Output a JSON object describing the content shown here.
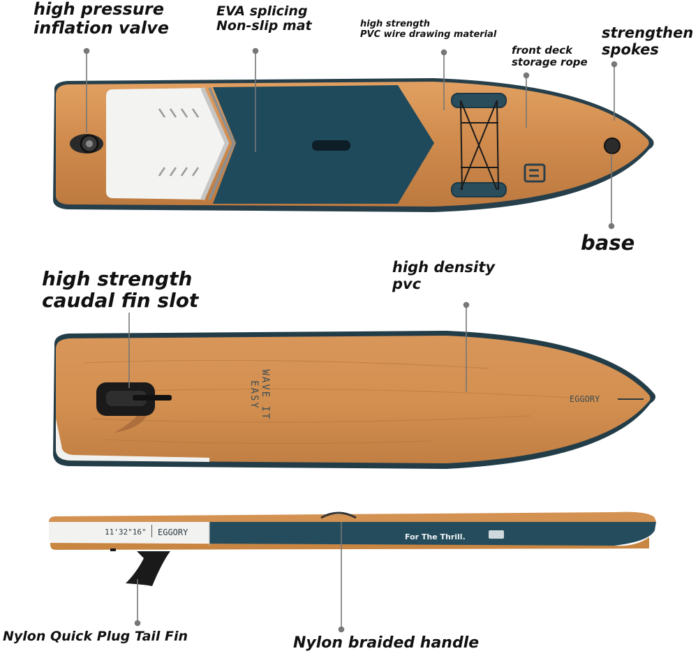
{
  "labels": {
    "inflation_valve": "high pressure\ninflation valve",
    "eva_mat": "EVA splicing\nNon-slip mat",
    "pvc_material": "high strength\nPVC wire drawing material",
    "storage_rope": "front deck\nstorage rope",
    "spokes": "strengthen\nspokes",
    "base": "base",
    "fin_slot": "high strength\ncaudal fin slot",
    "high_density": "high density\npvc",
    "tail_fin": "Nylon Quick Plug Tail Fin",
    "handle": "Nylon braided handle"
  },
  "board_text": {
    "wave_it_easy": "WAVE IT EASY",
    "eggory_bottom": "EGGORY",
    "side_size": "11'32\"16\"",
    "side_brand": "EGGORY",
    "side_slogan": "For The Thrill."
  },
  "colors": {
    "wood": "#d08a4e",
    "deck_pad": "#1f4a5c",
    "rail_dark": "#234a59",
    "white_pad": "#f2f2f0",
    "leader": "#777777"
  }
}
